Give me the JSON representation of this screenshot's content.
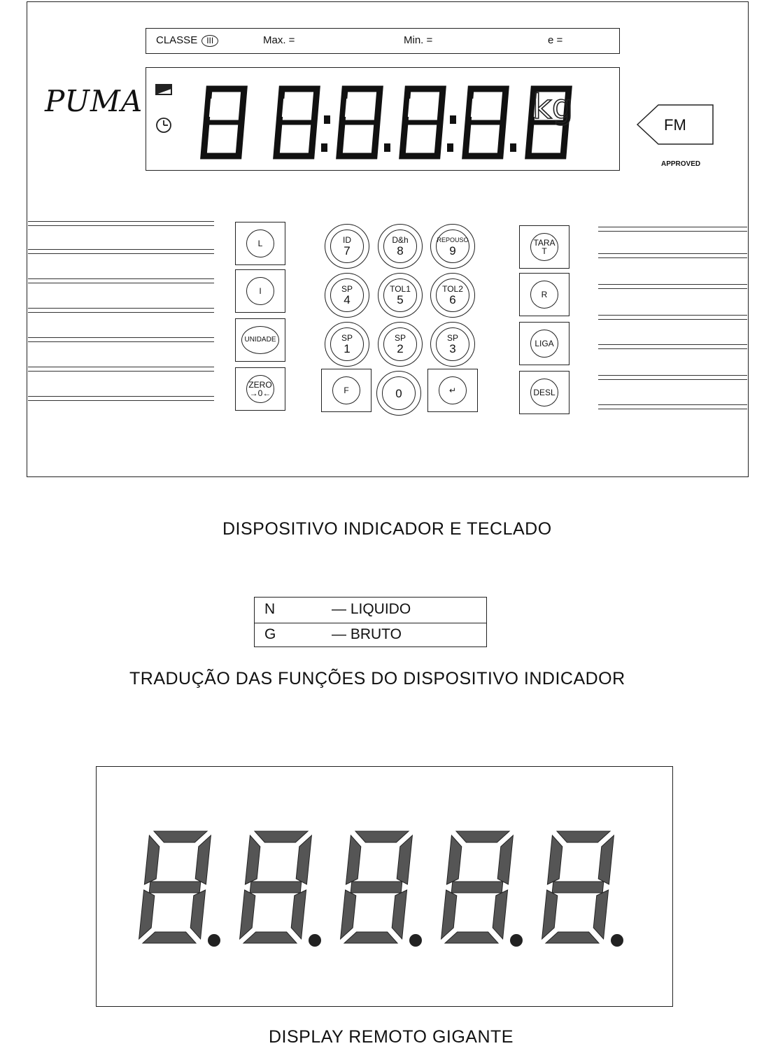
{
  "panel": {
    "brand": "PUMA",
    "class_bar": {
      "classe_label": "CLASSE",
      "classe_value": "III",
      "max_label": "Max. =",
      "min_label": "Min. =",
      "e_label": "e ="
    },
    "display": {
      "digits": "8 8;8,8;8,8",
      "unit": "kg"
    },
    "certification": {
      "mark": "FM",
      "label": "APPROVED"
    },
    "left_keys": [
      {
        "label": "L"
      },
      {
        "label": "I"
      },
      {
        "label": "UNIDADE"
      },
      {
        "label": "ZERO",
        "sub": "→0←"
      }
    ],
    "numeric_keys": [
      {
        "top": "ID",
        "digit": "7"
      },
      {
        "top": "D&h",
        "digit": "8"
      },
      {
        "top": "REPOUSO",
        "digit": "9"
      },
      {
        "top": "SP",
        "digit": "4"
      },
      {
        "top": "TOL1",
        "digit": "5"
      },
      {
        "top": "TOL2",
        "digit": "6"
      },
      {
        "top": "SP",
        "digit": "1"
      },
      {
        "top": "SP",
        "digit": "2"
      },
      {
        "top": "SP",
        "digit": "3"
      },
      {
        "top": "",
        "digit": "0"
      }
    ],
    "bottom_keys": [
      {
        "label": "F"
      },
      {
        "label": "↵"
      }
    ],
    "right_keys": [
      {
        "label": "TARA",
        "sub": "T"
      },
      {
        "label": "R"
      },
      {
        "label": "LIGA"
      },
      {
        "label": "DESL"
      }
    ]
  },
  "captions": {
    "keypad": "DISPOSITIVO INDICADOR E TECLADO",
    "functions": "TRADUÇÃO DAS FUNÇÕES DO DISPOSITIVO INDICADOR",
    "remote": "DISPLAY REMOTO GIGANTE"
  },
  "legend": [
    {
      "code": "N",
      "meaning": "— LIQUIDO"
    },
    {
      "code": "G",
      "meaning": "— BRUTO"
    }
  ],
  "remote_display": {
    "digits": "8.8.8.8.8."
  }
}
